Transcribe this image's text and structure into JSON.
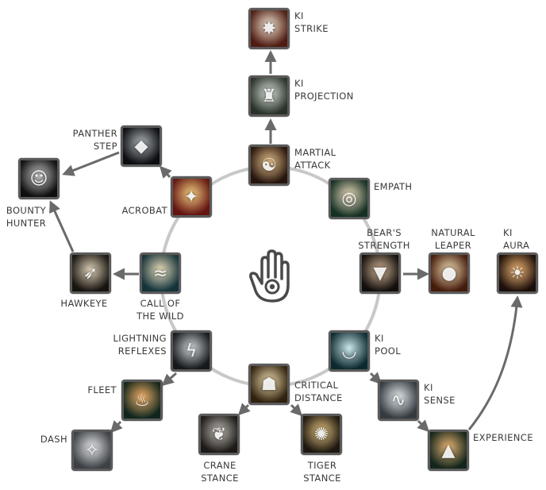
{
  "skills": [
    {
      "id": "ki-strike",
      "label": "KI\nSTRIKE",
      "x": 0,
      "icon": "flame-icon",
      "c1": "#f2e3c8",
      "c2": "#7a2a1c"
    },
    {
      "id": "ki-projection",
      "label": "KI\nPROJECTION",
      "icon": "tower-icon",
      "c1": "#cfd9d0",
      "c2": "#3e4d3f"
    },
    {
      "id": "martial-attack",
      "label": "MARTIAL\nATTACK",
      "icon": "monk-icon",
      "c1": "#e6b46a",
      "c2": "#3b1f14"
    },
    {
      "id": "empath",
      "label": "EMPATH",
      "icon": "halo-icon",
      "c1": "#f0d9b0",
      "c2": "#1f4a36"
    },
    {
      "id": "panther-step",
      "label": "PANTHER\nSTEP",
      "icon": "panther-icon",
      "c1": "#9aa0a4",
      "c2": "#111418"
    },
    {
      "id": "acrobat",
      "label": "ACROBAT",
      "icon": "dancer-icon",
      "c1": "#f2c35a",
      "c2": "#9a1f1a"
    },
    {
      "id": "bounty-hunter",
      "label": "BOUNTY\nHUNTER",
      "icon": "face-icon",
      "c1": "#bdbdbd",
      "c2": "#151515"
    },
    {
      "id": "hawkeye",
      "label": "HAWKEYE",
      "icon": "hawk-icon",
      "c1": "#d9c8a6",
      "c2": "#231d17"
    },
    {
      "id": "call-of-the-wild",
      "label": "CALL OF\nTHE WILD",
      "icon": "wave-icon",
      "c1": "#e8d6a8",
      "c2": "#1e4e5a"
    },
    {
      "id": "bears-strength",
      "label": "BEAR'S\nSTRENGTH",
      "icon": "bear-icon",
      "c1": "#c9a27a",
      "c2": "#1d1612"
    },
    {
      "id": "natural-leaper",
      "label": "NATURAL\nLEAPER",
      "icon": "leaper-icon",
      "c1": "#f3d8a0",
      "c2": "#6a2a12"
    },
    {
      "id": "ki-aura",
      "label": "KI\nAURA",
      "icon": "aura-icon",
      "c1": "#f1a24a",
      "c2": "#2a150f"
    },
    {
      "id": "lightning-reflexes",
      "label": "LIGHTNING\nREFLEXES",
      "icon": "lightning-icon",
      "c1": "#c7ccd1",
      "c2": "#20262b"
    },
    {
      "id": "ki-pool",
      "label": "KI\nPOOL",
      "icon": "pool-icon",
      "c1": "#bfe3e6",
      "c2": "#114048"
    },
    {
      "id": "fleet",
      "label": "FLEET",
      "icon": "fire-figure-icon",
      "c1": "#f39a3a",
      "c2": "#173a2c"
    },
    {
      "id": "critical-distance",
      "label": "CRITICAL\nDISTANCE",
      "icon": "figures-icon",
      "c1": "#f2d89a",
      "c2": "#4a3417"
    },
    {
      "id": "ki-sense",
      "label": "KI\nSENSE",
      "icon": "dunes-icon",
      "c1": "#dfe6ea",
      "c2": "#4f5a62"
    },
    {
      "id": "dash",
      "label": "DASH",
      "icon": "runner-icon",
      "c1": "#e1e3e6",
      "c2": "#5d636a"
    },
    {
      "id": "crane-stance",
      "label": "CRANE\nSTANCE",
      "icon": "crane-icon",
      "c1": "#b0a9a0",
      "c2": "#2b2724"
    },
    {
      "id": "tiger-stance",
      "label": "TIGER\nSTANCE",
      "icon": "tiger-icon",
      "c1": "#e0b35a",
      "c2": "#2c2418"
    },
    {
      "id": "experience",
      "label": "EXPERIENCE",
      "icon": "landscape-icon",
      "c1": "#e7a04a",
      "c2": "#1d3a2a"
    }
  ],
  "colors": {
    "border": "#5a5a5a",
    "link": "#6a6a6a",
    "ring": "#c8c8c8",
    "label": "#3a3a3a"
  },
  "emblem": {
    "icon": "hamsa-hand-icon"
  }
}
